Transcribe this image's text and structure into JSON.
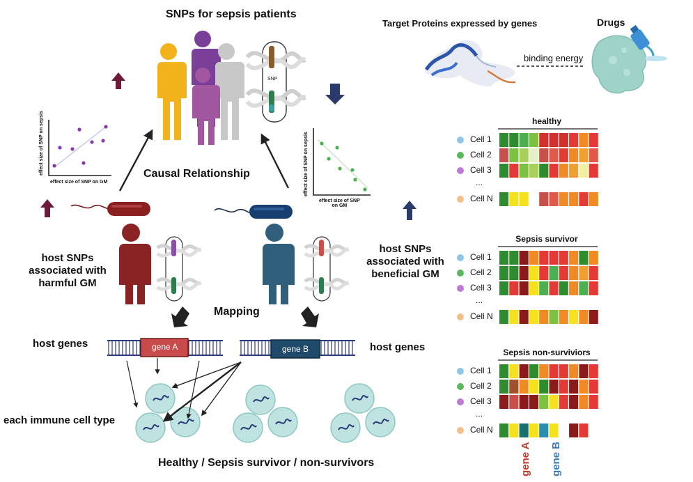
{
  "top": {
    "snps_title": "SNPs for sepsis patients",
    "target_title": "Target Proteins expressed by genes",
    "drugs_title": "Drugs",
    "binding_label": "binding energy",
    "snp_tag": "SNP"
  },
  "middle": {
    "causal_label": "Causal Relationship",
    "mapping_label": "Mapping",
    "harmful_label_1": "host SNPs",
    "harmful_label_2": "associated with",
    "harmful_label_3": "harmful GM",
    "beneficial_label_1": "host SNPs",
    "beneficial_label_2": "associated with",
    "beneficial_label_3": "beneficial GM"
  },
  "scatter_left": {
    "ylabel": "effect size of SNP on sepsis",
    "xlabel": "effect size of SNP on GM"
  },
  "scatter_right": {
    "ylabel": "effect size of SNP on sepsis",
    "xlabel_1": "effect size of SNP",
    "xlabel_2": "on GM"
  },
  "genes": {
    "host_genes_left": "host genes",
    "host_genes_right": "host genes",
    "gene_a": "gene A",
    "gene_b": "gene B",
    "immune_label": "each immune cell type",
    "bottom_label": "Healthy  / Sepsis survivor /  non-survivors"
  },
  "heatmaps": {
    "col_label_a": "gene A",
    "col_label_b": "gene B",
    "dots": "...",
    "panels": [
      {
        "title": "healthy",
        "rows": [
          {
            "label": "Cell 1",
            "dot": "#8fc6e8",
            "colors": [
              "#2e8b2e",
              "#2e8b2e",
              "#4caf50",
              "#7cc142",
              "#d32f2f",
              "#d32f2f",
              "#d32f2f",
              "#e53935",
              "#f08a24",
              "#e53935"
            ]
          },
          {
            "label": "Cell 2",
            "dot": "#5cb85c",
            "colors": [
              "#c9504a",
              "#7cc142",
              "#a8d05a",
              "#e6f0c8",
              "#c9504a",
              "#e05a4a",
              "#e53935",
              "#f08a24",
              "#f0a030",
              "#e05a4a"
            ]
          },
          {
            "label": "Cell 3",
            "dot": "#c07ad6",
            "colors": [
              "#2e8b2e",
              "#e53935",
              "#7cc142",
              "#a8d05a",
              "#2e8b2e",
              "#e53935",
              "#f08a24",
              "#f0a030",
              "#f0f0a0",
              "#e53935"
            ]
          },
          {
            "label": "Cell N",
            "dot": "#f4c08a",
            "colors": [
              "#2e8b2e",
              "#f5e11e",
              "#f5e11e",
              "",
              "#c9504a",
              "#e05a4a",
              "#f08a24",
              "#f08a24",
              "#e53935",
              "#f08a24"
            ]
          }
        ]
      },
      {
        "title": "Sepsis survivor",
        "rows": [
          {
            "label": "Cell 1",
            "dot": "#8fc6e8",
            "colors": [
              "#2e8b2e",
              "#2e8b2e",
              "#8b1a1a",
              "#f08a24",
              "#e53935",
              "#e53935",
              "#e53935",
              "#f08a24",
              "#2e8b2e",
              "#f08a24"
            ]
          },
          {
            "label": "Cell 2",
            "dot": "#5cb85c",
            "colors": [
              "#2e8b2e",
              "#2e8b2e",
              "#8b1a1a",
              "#f5e11e",
              "#e53935",
              "#4caf50",
              "#e53935",
              "#f08a24",
              "#f0a030",
              "#e53935"
            ]
          },
          {
            "label": "Cell 3",
            "dot": "#c07ad6",
            "colors": [
              "#2e8b2e",
              "#e53935",
              "#8b1a1a",
              "#f5e11e",
              "#4caf50",
              "#e53935",
              "#2e8b2e",
              "#f08a24",
              "#4caf50",
              "#e53935"
            ]
          },
          {
            "label": "Cell N",
            "dot": "#f4c08a",
            "colors": [
              "#2e8b2e",
              "#f5e11e",
              "#8b1a1a",
              "#f5e11e",
              "#f08a24",
              "#7cc142",
              "#f08a24",
              "#f5e11e",
              "#f08a24",
              "#8b1a1a"
            ]
          }
        ]
      },
      {
        "title": "Sepsis non-surviviors",
        "rows": [
          {
            "label": "Cell 1",
            "dot": "#8fc6e8",
            "colors": [
              "#2e8b2e",
              "#f5e11e",
              "#8b1a1a",
              "#2e8b2e",
              "#f08a24",
              "#e53935",
              "#e53935",
              "#f08a24",
              "#8b1a1a",
              "#e53935"
            ]
          },
          {
            "label": "Cell 2",
            "dot": "#5cb85c",
            "colors": [
              "#2e8b2e",
              "#a0522d",
              "#f08a24",
              "#f5e11e",
              "#2e8b2e",
              "#8b1a1a",
              "#e53935",
              "#8b1a1a",
              "#f08a24",
              "#e53935"
            ]
          },
          {
            "label": "Cell 3",
            "dot": "#c07ad6",
            "colors": [
              "#8b1a1a",
              "#c9504a",
              "#8b1a1a",
              "#8b1a1a",
              "#7cc142",
              "#f5e11e",
              "#e53935",
              "#8b1a1a",
              "#f08a24",
              "#e53935"
            ]
          },
          {
            "label": "Cell N",
            "dot": "#f4c08a",
            "colors": [
              "#2e8b2e",
              "#f5e11e",
              "#1a6f6f",
              "#f5e11e",
              "#2e8bb0",
              "#f5e11e",
              "",
              "#8b1a1a",
              "#e53935",
              ""
            ]
          }
        ]
      }
    ]
  }
}
